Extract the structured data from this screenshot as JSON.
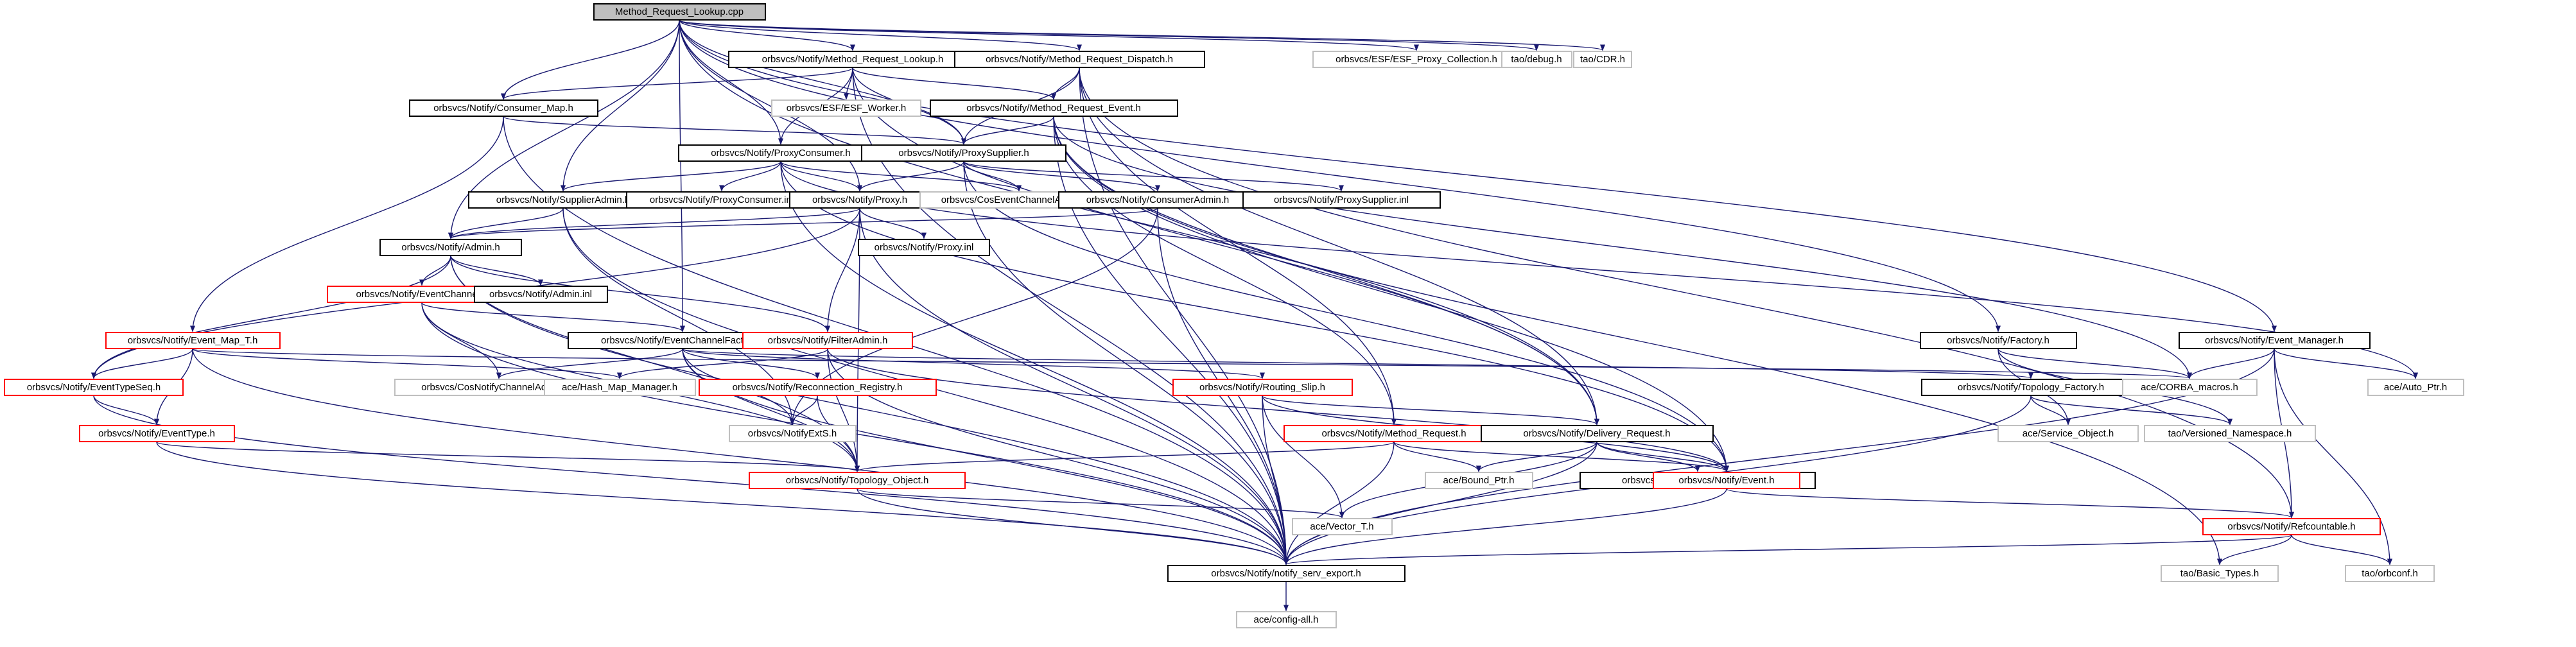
{
  "colors": {
    "edge": "#191970",
    "root_fill": "#bfbfbf",
    "partial_border": "#ff0000",
    "leaf_border": "#bfbfbf",
    "node_border": "#000000"
  },
  "nodes": [
    {
      "id": "method_request_lookup_cpp",
      "label": "Method_Request_Lookup.cpp",
      "style": "root"
    },
    {
      "id": "method_request_lookup_h",
      "label": "orbsvcs/Notify/Method_Request_Lookup.h",
      "style": "normal"
    },
    {
      "id": "method_request_dispatch_h",
      "label": "orbsvcs/Notify/Method_Request_Dispatch.h",
      "style": "normal"
    },
    {
      "id": "esf_proxy_collection_h",
      "label": "orbsvcs/ESF/ESF_Proxy_Collection.h",
      "style": "leaf"
    },
    {
      "id": "tao_debug_h",
      "label": "tao/debug.h",
      "style": "leaf"
    },
    {
      "id": "tao_cdr_h",
      "label": "tao/CDR.h",
      "style": "leaf"
    },
    {
      "id": "consumer_map_h",
      "label": "orbsvcs/Notify/Consumer_Map.h",
      "style": "normal"
    },
    {
      "id": "esf_worker_h",
      "label": "orbsvcs/ESF/ESF_Worker.h",
      "style": "leaf"
    },
    {
      "id": "method_request_event_h",
      "label": "orbsvcs/Notify/Method_Request_Event.h",
      "style": "normal"
    },
    {
      "id": "proxyconsumer_h",
      "label": "orbsvcs/Notify/ProxyConsumer.h",
      "style": "normal"
    },
    {
      "id": "proxysupplier_h",
      "label": "orbsvcs/Notify/ProxySupplier.h",
      "style": "normal"
    },
    {
      "id": "supplieradmin_h",
      "label": "orbsvcs/Notify/SupplierAdmin.h",
      "style": "normal"
    },
    {
      "id": "proxyconsumer_inl",
      "label": "orbsvcs/Notify/ProxyConsumer.inl",
      "style": "normal"
    },
    {
      "id": "proxy_h",
      "label": "orbsvcs/Notify/Proxy.h",
      "style": "normal"
    },
    {
      "id": "coseventchanneladminc_h",
      "label": "orbsvcs/CosEventChannelAdminC.h",
      "style": "leaf"
    },
    {
      "id": "consumeradmin_h",
      "label": "orbsvcs/Notify/ConsumerAdmin.h",
      "style": "normal"
    },
    {
      "id": "proxysupplier_inl",
      "label": "orbsvcs/Notify/ProxySupplier.inl",
      "style": "normal"
    },
    {
      "id": "admin_h",
      "label": "orbsvcs/Notify/Admin.h",
      "style": "normal"
    },
    {
      "id": "proxy_inl",
      "label": "orbsvcs/Notify/Proxy.inl",
      "style": "normal"
    },
    {
      "id": "eventchannel_h",
      "label": "orbsvcs/Notify/EventChannel.h",
      "style": "partial"
    },
    {
      "id": "admin_inl",
      "label": "orbsvcs/Notify/Admin.inl",
      "style": "normal"
    },
    {
      "id": "event_map_t_h",
      "label": "orbsvcs/Notify/Event_Map_T.h",
      "style": "partial"
    },
    {
      "id": "eventchannelfactory_h",
      "label": "orbsvcs/Notify/EventChannelFactory.h",
      "style": "normal"
    },
    {
      "id": "filteradmin_h",
      "label": "orbsvcs/Notify/FilterAdmin.h",
      "style": "partial"
    },
    {
      "id": "factory_h",
      "label": "orbsvcs/Notify/Factory.h",
      "style": "normal"
    },
    {
      "id": "event_manager_h",
      "label": "orbsvcs/Notify/Event_Manager.h",
      "style": "normal"
    },
    {
      "id": "eventtypeseq_h",
      "label": "orbsvcs/Notify/EventTypeSeq.h",
      "style": "partial"
    },
    {
      "id": "cosnotifychanneladmins_h",
      "label": "orbsvcs/CosNotifyChannelAdminS.h",
      "style": "leaf"
    },
    {
      "id": "hash_map_manager_h",
      "label": "ace/Hash_Map_Manager.h",
      "style": "leaf"
    },
    {
      "id": "reconnection_registry_h",
      "label": "orbsvcs/Notify/Reconnection_Registry.h",
      "style": "partial"
    },
    {
      "id": "routing_slip_h",
      "label": "orbsvcs/Notify/Routing_Slip.h",
      "style": "partial"
    },
    {
      "id": "topology_factory_h",
      "label": "orbsvcs/Notify/Topology_Factory.h",
      "style": "normal"
    },
    {
      "id": "corba_macros_h",
      "label": "ace/CORBA_macros.h",
      "style": "leaf"
    },
    {
      "id": "auto_ptr_h",
      "label": "ace/Auto_Ptr.h",
      "style": "leaf"
    },
    {
      "id": "eventtype_h",
      "label": "orbsvcs/Notify/EventType.h",
      "style": "partial"
    },
    {
      "id": "notifyexts_h",
      "label": "orbsvcs/NotifyExtS.h",
      "style": "leaf"
    },
    {
      "id": "method_request_h",
      "label": "orbsvcs/Notify/Method_Request.h",
      "style": "partial"
    },
    {
      "id": "delivery_request_h",
      "label": "orbsvcs/Notify/Delivery_Request.h",
      "style": "normal"
    },
    {
      "id": "service_object_h",
      "label": "ace/Service_Object.h",
      "style": "leaf"
    },
    {
      "id": "versioned_namespace_h",
      "label": "tao/Versioned_Namespace.h",
      "style": "leaf"
    },
    {
      "id": "topology_object_h",
      "label": "orbsvcs/Notify/Topology_Object.h",
      "style": "partial"
    },
    {
      "id": "bound_ptr_h",
      "label": "ace/Bound_Ptr.h",
      "style": "leaf"
    },
    {
      "id": "delivery_request_inl",
      "label": "orbsvcs/Notify/Delivery_Request.inl",
      "style": "normal"
    },
    {
      "id": "event_h",
      "label": "orbsvcs/Notify/Event.h",
      "style": "partial"
    },
    {
      "id": "vector_t_h",
      "label": "ace/Vector_T.h",
      "style": "leaf"
    },
    {
      "id": "refcountable_h",
      "label": "orbsvcs/Notify/Refcountable.h",
      "style": "partial"
    },
    {
      "id": "notify_serv_export_h",
      "label": "orbsvcs/Notify/notify_serv_export.h",
      "style": "normal"
    },
    {
      "id": "basic_types_h",
      "label": "tao/Basic_Types.h",
      "style": "leaf"
    },
    {
      "id": "orbconf_h",
      "label": "tao/orbconf.h",
      "style": "leaf"
    },
    {
      "id": "config_all_h",
      "label": "ace/config-all.h",
      "style": "leaf"
    }
  ],
  "edges": [
    [
      "method_request_lookup_cpp",
      "method_request_lookup_h"
    ],
    [
      "method_request_lookup_cpp",
      "method_request_dispatch_h"
    ],
    [
      "method_request_lookup_cpp",
      "esf_proxy_collection_h"
    ],
    [
      "method_request_lookup_cpp",
      "tao_debug_h"
    ],
    [
      "method_request_lookup_cpp",
      "tao_cdr_h"
    ],
    [
      "method_request_lookup_cpp",
      "consumer_map_h"
    ],
    [
      "method_request_lookup_cpp",
      "proxysupplier_h"
    ],
    [
      "method_request_lookup_cpp",
      "proxy_h"
    ],
    [
      "method_request_lookup_cpp",
      "supplieradmin_h"
    ],
    [
      "method_request_lookup_cpp",
      "admin_h"
    ],
    [
      "method_request_lookup_cpp",
      "eventchannelfactory_h"
    ],
    [
      "method_request_lookup_cpp",
      "factory_h"
    ],
    [
      "method_request_lookup_cpp",
      "event_manager_h"
    ],
    [
      "method_request_lookup_cpp",
      "delivery_request_h"
    ],
    [
      "method_request_lookup_cpp",
      "proxyconsumer_h"
    ],
    [
      "method_request_lookup_h",
      "consumer_map_h"
    ],
    [
      "method_request_lookup_h",
      "esf_worker_h"
    ],
    [
      "method_request_lookup_h",
      "method_request_event_h"
    ],
    [
      "method_request_lookup_h",
      "proxyconsumer_h"
    ],
    [
      "method_request_lookup_h",
      "proxysupplier_h"
    ],
    [
      "method_request_lookup_h",
      "delivery_request_h"
    ],
    [
      "method_request_lookup_h",
      "notify_serv_export_h"
    ],
    [
      "method_request_dispatch_h",
      "method_request_event_h"
    ],
    [
      "method_request_dispatch_h",
      "proxysupplier_h"
    ],
    [
      "method_request_dispatch_h",
      "method_request_h"
    ],
    [
      "method_request_dispatch_h",
      "delivery_request_h"
    ],
    [
      "method_request_dispatch_h",
      "refcountable_h"
    ],
    [
      "method_request_dispatch_h",
      "notify_serv_export_h"
    ],
    [
      "consumer_map_h",
      "event_map_t_h"
    ],
    [
      "consumer_map_h",
      "proxysupplier_h"
    ],
    [
      "consumer_map_h",
      "notify_serv_export_h"
    ],
    [
      "method_request_event_h",
      "proxysupplier_h"
    ],
    [
      "method_request_event_h",
      "method_request_h"
    ],
    [
      "method_request_event_h",
      "delivery_request_h"
    ],
    [
      "method_request_event_h",
      "event_h"
    ],
    [
      "method_request_event_h",
      "corba_macros_h"
    ],
    [
      "method_request_event_h",
      "basic_types_h"
    ],
    [
      "method_request_event_h",
      "notify_serv_export_h"
    ],
    [
      "proxyconsumer_h",
      "supplieradmin_h"
    ],
    [
      "proxyconsumer_h",
      "proxyconsumer_inl"
    ],
    [
      "proxyconsumer_h",
      "proxy_h"
    ],
    [
      "proxyconsumer_h",
      "coseventchanneladminc_h"
    ],
    [
      "proxyconsumer_h",
      "auto_ptr_h"
    ],
    [
      "proxyconsumer_h",
      "event_h"
    ],
    [
      "proxyconsumer_h",
      "notify_serv_export_h"
    ],
    [
      "proxysupplier_h",
      "proxy_h"
    ],
    [
      "proxysupplier_h",
      "coseventchanneladminc_h"
    ],
    [
      "proxysupplier_h",
      "consumeradmin_h"
    ],
    [
      "proxysupplier_h",
      "proxysupplier_inl"
    ],
    [
      "proxysupplier_h",
      "event_h"
    ],
    [
      "proxysupplier_h",
      "notify_serv_export_h"
    ],
    [
      "supplieradmin_h",
      "admin_h"
    ],
    [
      "supplieradmin_h",
      "notifyexts_h"
    ],
    [
      "supplieradmin_h",
      "notify_serv_export_h"
    ],
    [
      "proxy_h",
      "admin_h"
    ],
    [
      "proxy_h",
      "proxy_inl"
    ],
    [
      "proxy_h",
      "filteradmin_h"
    ],
    [
      "proxy_h",
      "eventtypeseq_h"
    ],
    [
      "proxy_h",
      "topology_object_h"
    ],
    [
      "proxy_h",
      "notify_serv_export_h"
    ],
    [
      "consumeradmin_h",
      "admin_h"
    ],
    [
      "consumeradmin_h",
      "notifyexts_h"
    ],
    [
      "consumeradmin_h",
      "notify_serv_export_h"
    ],
    [
      "admin_h",
      "eventchannel_h"
    ],
    [
      "admin_h",
      "admin_inl"
    ],
    [
      "admin_h",
      "eventtypeseq_h"
    ],
    [
      "admin_h",
      "filteradmin_h"
    ],
    [
      "admin_h",
      "topology_object_h"
    ],
    [
      "admin_h",
      "notify_serv_export_h"
    ],
    [
      "eventchannel_h",
      "eventchannelfactory_h"
    ],
    [
      "eventchannel_h",
      "cosnotifychanneladmins_h"
    ],
    [
      "eventchannel_h",
      "topology_object_h"
    ],
    [
      "eventchannel_h",
      "notify_serv_export_h"
    ],
    [
      "eventchannelfactory_h",
      "reconnection_registry_h"
    ],
    [
      "eventchannelfactory_h",
      "topology_factory_h"
    ],
    [
      "eventchannelfactory_h",
      "cosnotifychanneladmins_h"
    ],
    [
      "eventchannelfactory_h",
      "notifyexts_h"
    ],
    [
      "eventchannelfactory_h",
      "routing_slip_h"
    ],
    [
      "eventchannelfactory_h",
      "topology_object_h"
    ],
    [
      "eventchannelfactory_h",
      "notify_serv_export_h"
    ],
    [
      "event_map_t_h",
      "eventtypeseq_h"
    ],
    [
      "event_map_t_h",
      "hash_map_manager_h"
    ],
    [
      "event_map_t_h",
      "eventtype_h"
    ],
    [
      "event_map_t_h",
      "corba_macros_h"
    ],
    [
      "event_map_t_h",
      "notify_serv_export_h"
    ],
    [
      "filteradmin_h",
      "hash_map_manager_h"
    ],
    [
      "filteradmin_h",
      "topology_object_h"
    ],
    [
      "filteradmin_h",
      "event_h"
    ],
    [
      "filteradmin_h",
      "notify_serv_export_h"
    ],
    [
      "factory_h",
      "corba_macros_h"
    ],
    [
      "factory_h",
      "service_object_h"
    ],
    [
      "factory_h",
      "versioned_namespace_h"
    ],
    [
      "event_manager_h",
      "refcountable_h"
    ],
    [
      "event_manager_h",
      "corba_macros_h"
    ],
    [
      "event_manager_h",
      "auto_ptr_h"
    ],
    [
      "event_manager_h",
      "notify_serv_export_h"
    ],
    [
      "event_manager_h",
      "orbconf_h"
    ],
    [
      "eventtypeseq_h",
      "eventtype_h"
    ],
    [
      "eventtypeseq_h",
      "notify_serv_export_h"
    ],
    [
      "reconnection_registry_h",
      "notifyexts_h"
    ],
    [
      "reconnection_registry_h",
      "topology_object_h"
    ],
    [
      "routing_slip_h",
      "delivery_request_h"
    ],
    [
      "routing_slip_h",
      "event_h"
    ],
    [
      "routing_slip_h",
      "vector_t_h"
    ],
    [
      "routing_slip_h",
      "notify_serv_export_h"
    ],
    [
      "topology_factory_h",
      "service_object_h"
    ],
    [
      "topology_factory_h",
      "versioned_namespace_h"
    ],
    [
      "topology_factory_h",
      "notify_serv_export_h"
    ],
    [
      "eventtype_h",
      "topology_object_h"
    ],
    [
      "eventtype_h",
      "notify_serv_export_h"
    ],
    [
      "method_request_h",
      "bound_ptr_h"
    ],
    [
      "method_request_h",
      "event_h"
    ],
    [
      "method_request_h",
      "topology_object_h"
    ],
    [
      "method_request_h",
      "notify_serv_export_h"
    ],
    [
      "delivery_request_h",
      "bound_ptr_h"
    ],
    [
      "delivery_request_h",
      "delivery_request_inl"
    ],
    [
      "delivery_request_h",
      "event_h"
    ],
    [
      "delivery_request_h",
      "vector_t_h"
    ],
    [
      "delivery_request_h",
      "notify_serv_export_h"
    ],
    [
      "topology_object_h",
      "vector_t_h"
    ],
    [
      "topology_object_h",
      "notify_serv_export_h"
    ],
    [
      "event_h",
      "refcountable_h"
    ],
    [
      "event_h",
      "notify_serv_export_h"
    ],
    [
      "refcountable_h",
      "basic_types_h"
    ],
    [
      "refcountable_h",
      "orbconf_h"
    ],
    [
      "refcountable_h",
      "notify_serv_export_h"
    ],
    [
      "notify_serv_export_h",
      "config_all_h"
    ]
  ]
}
